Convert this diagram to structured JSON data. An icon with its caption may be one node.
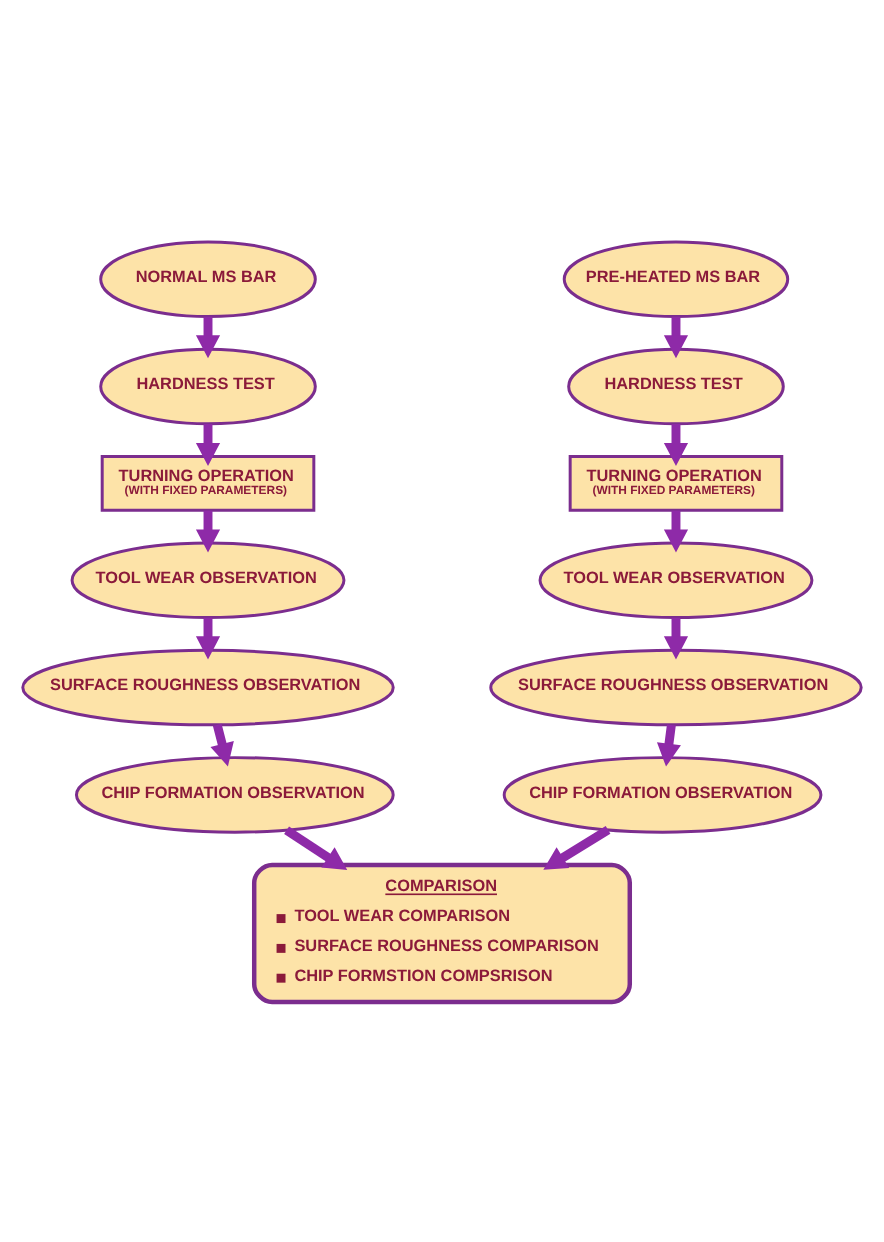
{
  "diagram": {
    "nodes": [
      {
        "text": [
          "NORMAL MS BAR"
        ]
      },
      {
        "text": [
          "HARDNESS TEST"
        ]
      },
      {
        "text": [
          "TURNING OPERATION",
          "(WITH FIXED PARAMETERS)"
        ]
      },
      {
        "text": [
          "TOOL WEAR OBSERVATION"
        ]
      },
      {
        "text": [
          "SURFACE ROUGHNESS OBSERVATION"
        ]
      },
      {
        "text": [
          "CHIP FORMATION OBSERVATION"
        ]
      },
      {
        "text": [
          "PRE-HEATED MS BAR"
        ]
      },
      {
        "text": [
          "HARDNESS TEST"
        ]
      },
      {
        "text": [
          "TURNING OPERATION",
          "(WITH FIXED PARAMETERS)"
        ]
      },
      {
        "text": [
          "TOOL WEAR OBSERVATION"
        ]
      },
      {
        "text": [
          "SURFACE ROUGHNESS OBSERVATION"
        ]
      },
      {
        "text": [
          "CHIP FORMATION OBSERVATION"
        ]
      },
      {
        "text": [
          "COMPARISON",
          "TOOL WEAR COMPARISON",
          "SURFACE ROUGHNESS COMPARISON",
          "CHIP FORMSTION COMPSRISON"
        ]
      }
    ],
    "edges": [
      {
        "from": 0,
        "to": 1,
        "arrow": "to"
      },
      {
        "from": 1,
        "to": 2,
        "arrow": "to"
      },
      {
        "from": 2,
        "to": 3,
        "arrow": "to"
      },
      {
        "from": 3,
        "to": 4,
        "arrow": "to"
      },
      {
        "from": 4,
        "to": 5,
        "arrow": "to"
      },
      {
        "from": 6,
        "to": 7,
        "arrow": "to"
      },
      {
        "from": 7,
        "to": 8,
        "arrow": "to"
      },
      {
        "from": 8,
        "to": 9,
        "arrow": "to"
      },
      {
        "from": 9,
        "to": 10,
        "arrow": "to"
      },
      {
        "from": 10,
        "to": 11,
        "arrow": "to"
      },
      {
        "from": 5,
        "to": 12,
        "arrow": "to"
      },
      {
        "from": 11,
        "to": 12,
        "arrow": "to"
      }
    ]
  }
}
